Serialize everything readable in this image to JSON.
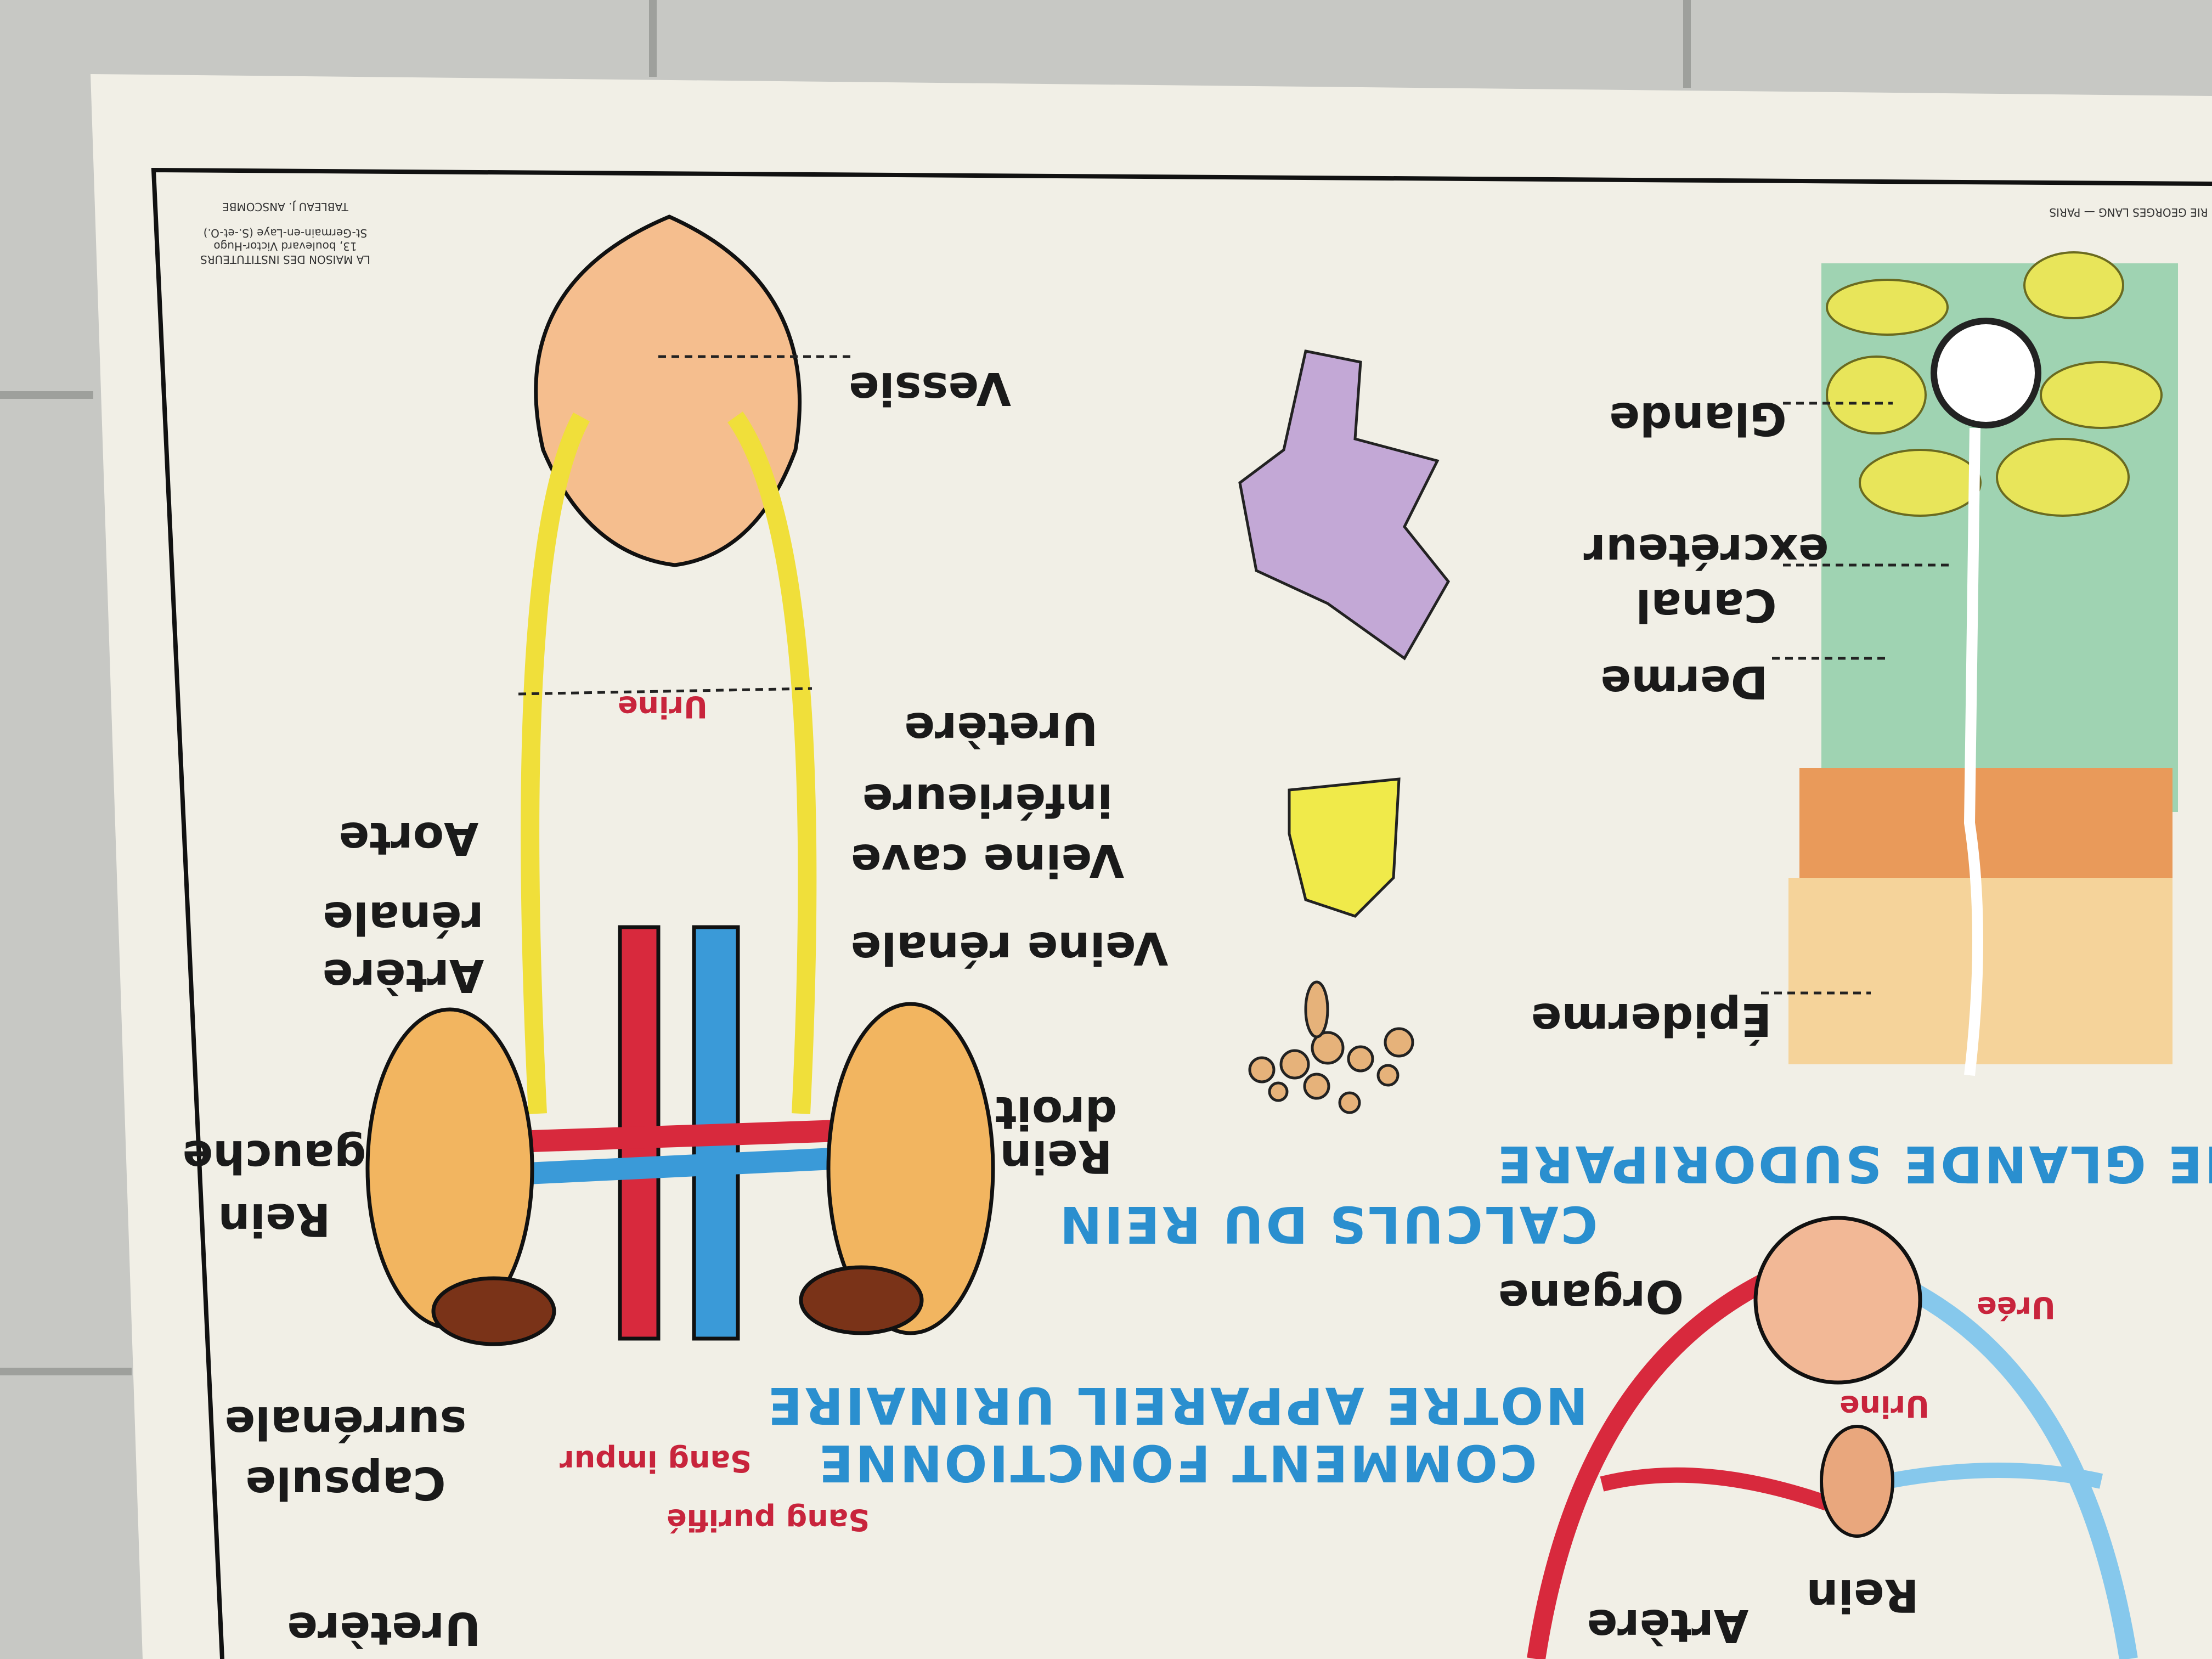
{
  "poster": {
    "orientation": "upside-down (rotated 180°)",
    "publisher_left": [
      "TABLEAU J. ANSCOMBE",
      "LA MAISON DES INSTITUTEURS",
      "13, boulevard Victor-Hugo",
      "St-Germain-en-Laye (S.-et-O.)"
    ],
    "publisher_right": "RIE GEORGES LANG — PARIS",
    "titles": {
      "urinary": [
        "COMMENT FONCTIONNE",
        "NOTRE APPAREIL URINAIRE"
      ],
      "calculs": "CALCULS DU REIN",
      "sweat": "UNE GLANDE SUDORIPARE"
    },
    "urinary_labels": {
      "vessie": "Vessie",
      "urine": "Urine",
      "uretere": "Uretère",
      "veine_cave": [
        "Veine cave",
        "inférieure"
      ],
      "aorte": "Aorte",
      "artere_renale": [
        "Artère",
        "rénale"
      ],
      "veine_renale": "Veine rénale",
      "rein_droit": [
        "Rein",
        "droit"
      ],
      "rein_gauche": [
        "Rein",
        "gauche"
      ],
      "capsule": [
        "Capsule",
        "surrénale"
      ],
      "sang_impur": "Sang impur",
      "sang_purifie": "Sang purifié",
      "uretere_bottom": "Uretère"
    },
    "sweat_labels": {
      "glande": "Glande",
      "canal": [
        "Canal",
        "excréteur"
      ],
      "derme": "Derme",
      "epiderme": "Épiderme"
    },
    "circulation_labels": {
      "organe": "Organe",
      "uree": "Urée",
      "urine": "Urine",
      "rein": "Rein",
      "artere": "Artère"
    },
    "colors": {
      "artery": "#d8293d",
      "vein": "#3a9ad8",
      "ureter": "#f0df3a",
      "kidney": "#f2b560",
      "bladder": "#f5be8e",
      "title_blue": "#2a8fcf",
      "paper": "#f1efe6"
    }
  }
}
